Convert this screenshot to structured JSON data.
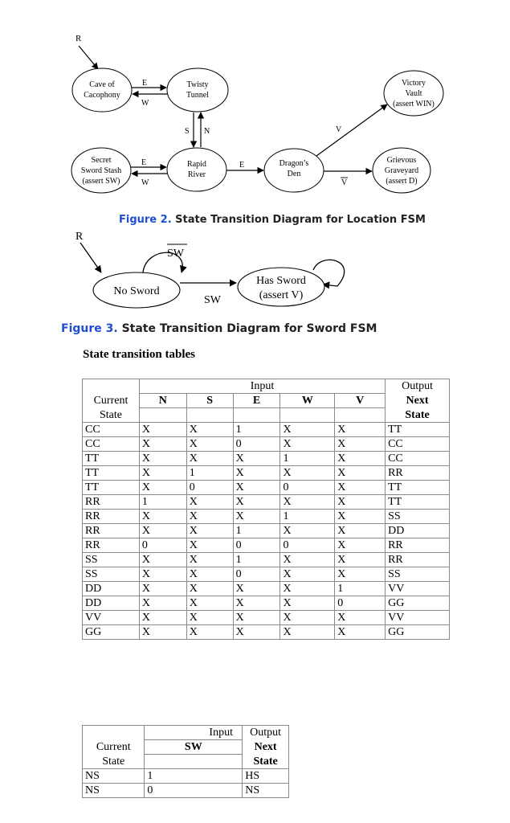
{
  "figure2": {
    "reset_label": "R",
    "states": {
      "cc": [
        "Cave of",
        "Cacophony"
      ],
      "tt": [
        "Twisty",
        "Tunnel"
      ],
      "vv": [
        "Victory",
        "Vault",
        "(assert WIN)"
      ],
      "ss": [
        "Secret",
        "Sword Stash",
        "(assert SW)"
      ],
      "rr": [
        "Rapid",
        "River"
      ],
      "dd": [
        "Dragon’s",
        "Den"
      ],
      "gg": [
        "Grievous",
        "Graveyard",
        "(assert D)"
      ]
    },
    "edges": {
      "cc_tt": "E",
      "tt_cc": "W",
      "tt_rr": "S",
      "rr_tt": "N",
      "ss_rr": "E",
      "rr_ss": "W",
      "rr_dd": "E",
      "dd_vv": "V",
      "dd_gg": "V"
    },
    "caption_prefix": "Figure 2.",
    "caption_text": "State Transition Diagram for Location FSM"
  },
  "figure3": {
    "reset_label": "R",
    "states": {
      "ns": "No Sword",
      "hs": [
        "Has Sword",
        "(assert V)"
      ]
    },
    "self_loop_label": "SW",
    "edge_label": "SW",
    "caption_prefix": "Figure 3.",
    "caption_text": "State Transition Diagram for Sword FSM"
  },
  "section_title": "State transition tables",
  "table1": {
    "input_header": "Input",
    "output_header": "Output",
    "current_state_header": [
      "Current",
      "State"
    ],
    "next_state_header": [
      "Next",
      "State"
    ],
    "input_columns": [
      "N",
      "S",
      "E",
      "W",
      "V"
    ],
    "rows": [
      [
        "CC",
        "X",
        "X",
        "1",
        "X",
        "X",
        "TT"
      ],
      [
        "CC",
        "X",
        "X",
        "0",
        "X",
        "X",
        "CC"
      ],
      [
        "TT",
        "X",
        "X",
        "X",
        "1",
        "X",
        "CC"
      ],
      [
        "TT",
        "X",
        "1",
        "X",
        "X",
        "X",
        "RR"
      ],
      [
        "TT",
        "X",
        "0",
        "X",
        "0",
        "X",
        "TT"
      ],
      [
        "RR",
        "1",
        "X",
        "X",
        "X",
        "X",
        "TT"
      ],
      [
        "RR",
        "X",
        "X",
        "X",
        "1",
        "X",
        "SS"
      ],
      [
        "RR",
        "X",
        "X",
        "1",
        "X",
        "X",
        "DD"
      ],
      [
        "RR",
        "0",
        "X",
        "0",
        "0",
        "X",
        "RR"
      ],
      [
        "SS",
        "X",
        "X",
        "1",
        "X",
        "X",
        "RR"
      ],
      [
        "SS",
        "X",
        "X",
        "0",
        "X",
        "X",
        "SS"
      ],
      [
        "DD",
        "X",
        "X",
        "X",
        "X",
        "1",
        "VV"
      ],
      [
        "DD",
        "X",
        "X",
        "X",
        "X",
        "0",
        "GG"
      ],
      [
        "VV",
        "X",
        "X",
        "X",
        "X",
        "X",
        "VV"
      ],
      [
        "GG",
        "X",
        "X",
        "X",
        "X",
        "X",
        "GG"
      ]
    ]
  },
  "table2": {
    "input_header": "Input",
    "output_header": "Output",
    "current_state_header": [
      "Current",
      "State"
    ],
    "next_state_header": [
      "Next",
      "State"
    ],
    "input_columns": [
      "SW"
    ],
    "rows": [
      [
        "NS",
        "1",
        "HS"
      ],
      [
        "NS",
        "0",
        "NS"
      ]
    ]
  }
}
